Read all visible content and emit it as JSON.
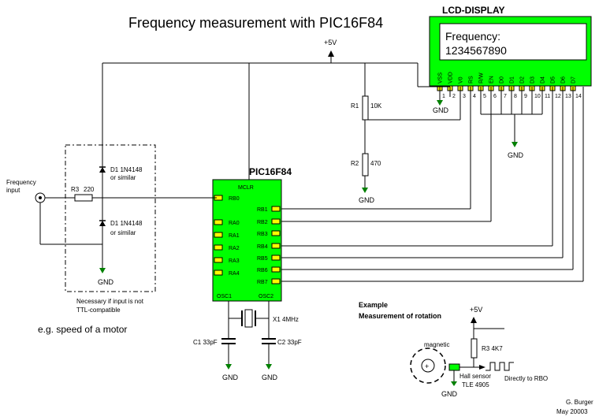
{
  "title": "Frequency measurement with PIC16F84",
  "lcd": {
    "title": "LCD-DISPLAY",
    "line1": "Frequency:",
    "line2": "1234567890",
    "pins": [
      "VSS",
      "VDD",
      "V0",
      "RS",
      "R/W",
      "EN",
      "D0",
      "D1",
      "D2",
      "D3",
      "D4",
      "D5",
      "D6",
      "D7"
    ],
    "pin_numbers": [
      "1",
      "2",
      "3",
      "4",
      "5",
      "6",
      "7",
      "8",
      "9",
      "10",
      "11",
      "12",
      "13",
      "14"
    ],
    "colors": {
      "board": "#00ff00",
      "screen": "#ffffff"
    }
  },
  "pic": {
    "title": "PIC16F84",
    "mclr": "MCLR",
    "left_pins": [
      "RB0",
      "RA0",
      "RA1",
      "RA2",
      "RA3",
      "RA4"
    ],
    "right_pins": [
      "RB1",
      "RB2",
      "RB3",
      "RB4",
      "RB5",
      "RB6",
      "RB7"
    ],
    "osc1": "OSC1",
    "osc2": "OSC2",
    "pin_color": "#ffff00",
    "chip_color": "#00ff00"
  },
  "supply": {
    "vcc": "+5V",
    "gnd": "GND"
  },
  "components": {
    "r1_name": "R1",
    "r1_value": "10K",
    "r2_name": "R2",
    "r2_value": "470",
    "r3_name": "R3",
    "r3_value": "220",
    "d1a": "D1 1N4148",
    "d1b": "D1 1N4148",
    "or_similar": "or similar",
    "x1": "X1 4MHz",
    "c1": "C1 33pF",
    "c2": "C2 33pF"
  },
  "input": {
    "label1": "Frequency",
    "label2": "input",
    "note1": "Necessary if input is not",
    "note2": "TTL-compatible",
    "example_text": "e.g. speed of a motor"
  },
  "example": {
    "title1": "Example",
    "title2": "Measurement of rotation",
    "magnetic": "magnetic",
    "r3": "R3 4K7",
    "hall1": "Hall sensor",
    "hall2": "TLE 4905",
    "directly": "Directly to RBO"
  },
  "author": {
    "name": "G. Burger",
    "date": "May 20003"
  }
}
